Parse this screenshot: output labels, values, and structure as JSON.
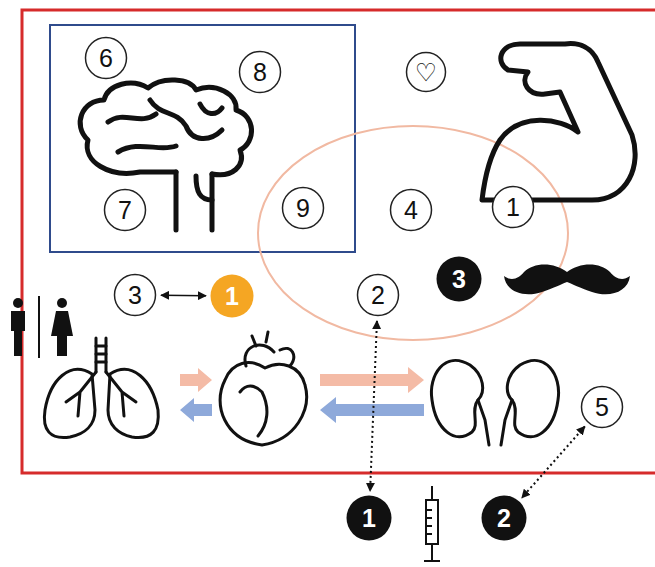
{
  "diagram": {
    "nodes": [
      {
        "text": [
          "6"
        ]
      },
      {
        "text": [
          "8"
        ]
      },
      {
        "text": [
          "♡"
        ]
      },
      {
        "text": [
          "7"
        ]
      },
      {
        "text": [
          "9"
        ]
      },
      {
        "text": [
          "4"
        ]
      },
      {
        "text": [
          "1"
        ]
      },
      {
        "text": [
          "3"
        ]
      },
      {
        "text": [
          "1"
        ]
      },
      {
        "text": [
          "2"
        ]
      },
      {
        "text": [
          "3"
        ]
      },
      {
        "text": [
          "5"
        ]
      },
      {
        "text": [
          "1"
        ]
      },
      {
        "text": [
          "2"
        ]
      }
    ],
    "edges": [
      {
        "from": 7,
        "to": 8,
        "arrow": "both"
      },
      {
        "from": 9,
        "to": 12,
        "arrow": "both"
      },
      {
        "from": 11,
        "to": 13,
        "arrow": "both"
      }
    ]
  }
}
